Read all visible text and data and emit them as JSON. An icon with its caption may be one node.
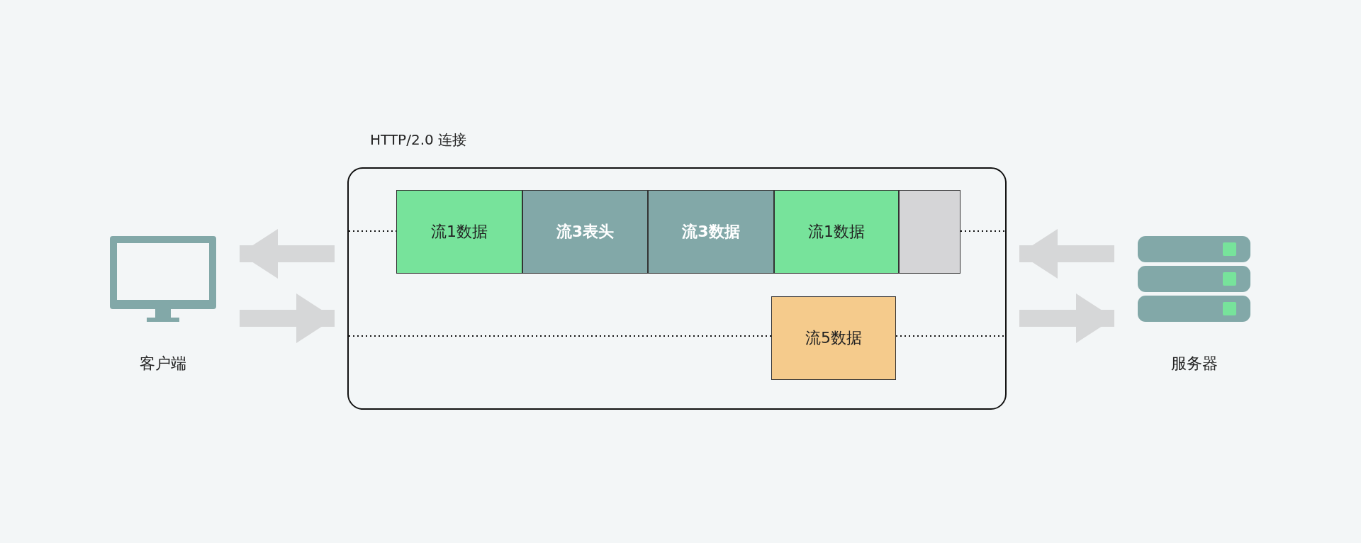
{
  "diagram": {
    "nodes": [
      {
        "text": [
          "HTTP/2.0 连接"
        ]
      },
      {
        "text": [
          "流1数据"
        ],
        "in": 0
      },
      {
        "text": [
          "流3表头"
        ],
        "in": 0
      },
      {
        "text": [
          "流3数据"
        ],
        "in": 0
      },
      {
        "text": [
          "流1数据"
        ],
        "in": 0
      },
      {
        "text": [],
        "shape": "box",
        "in": 0
      },
      {
        "text": [
          "流5数据"
        ],
        "in": 0
      },
      {
        "text": [
          "客户端"
        ]
      },
      {
        "text": [
          "服务器"
        ]
      }
    ],
    "edges": [
      {
        "from": 0,
        "to": 7,
        "arrow": "to",
        "style": "thick",
        "color": "#d6d7d8"
      },
      {
        "from": 7,
        "to": 0,
        "arrow": "to",
        "style": "thick",
        "color": "#d6d7d8"
      },
      {
        "from": 8,
        "to": 0,
        "arrow": "to",
        "style": "thick",
        "color": "#d6d7d8"
      },
      {
        "from": 0,
        "to": 8,
        "arrow": "to",
        "style": "thick",
        "color": "#d6d7d8"
      },
      {
        "from": 0,
        "to": 1,
        "arrow": "none",
        "style": "dashed",
        "color": "#111111"
      },
      {
        "from": 5,
        "to": 0,
        "arrow": "none",
        "style": "dashed",
        "color": "#111111"
      },
      {
        "from": 0,
        "to": 6,
        "arrow": "none",
        "style": "dashed",
        "color": "#111111"
      },
      {
        "from": 6,
        "to": 0,
        "arrow": "none",
        "style": "dashed",
        "color": "#111111"
      }
    ]
  }
}
